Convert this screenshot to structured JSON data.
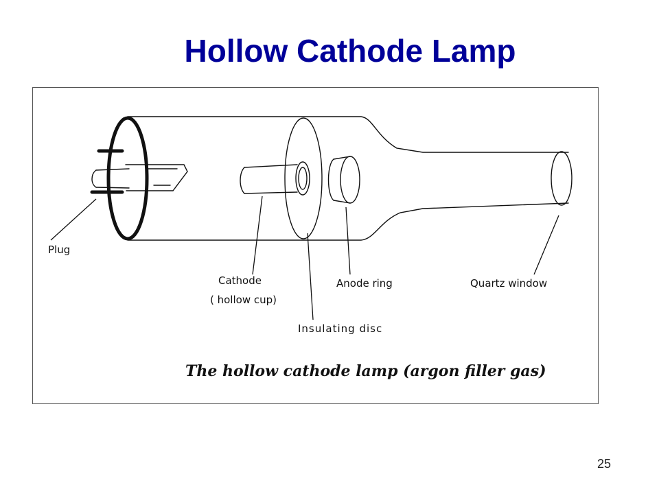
{
  "slide": {
    "title": "Hollow Cathode Lamp",
    "page_number": "25"
  },
  "colors": {
    "title": "#000099",
    "ink": "#111111",
    "frame": "#555555"
  },
  "diagram": {
    "labels": {
      "plug": "Plug",
      "cathode": "Cathode",
      "hollow_cup": "( hollow cup)",
      "anode_ring": "Anode ring",
      "quartz_window": "Quartz window",
      "insulating_disc": "Insulating disc"
    },
    "caption": "The hollow cathode lamp (argon filler gas)"
  }
}
